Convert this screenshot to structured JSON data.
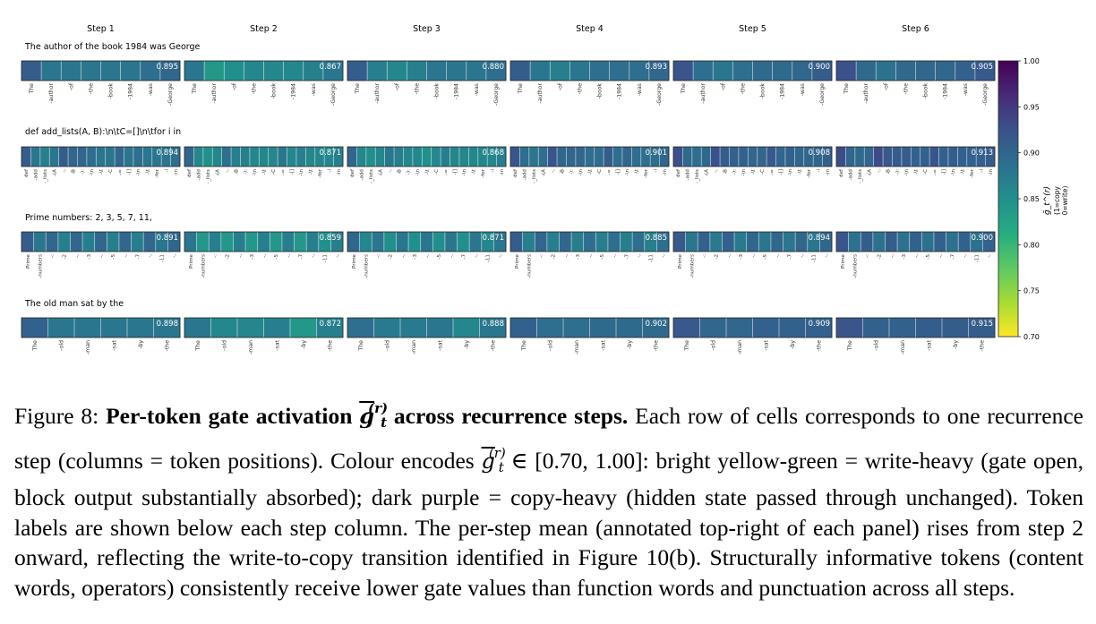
{
  "chart_data": {
    "type": "heatmap",
    "steps": [
      "Step 1",
      "Step 2",
      "Step 3",
      "Step 4",
      "Step 5",
      "Step 6"
    ],
    "colorbar": {
      "label": "ḡ_t^(r)",
      "sublabel_1": "(1=copy",
      "sublabel_2": "0=write)",
      "min": 0.7,
      "max": 1.0,
      "ticks": [
        "1.00",
        "0.95",
        "0.90",
        "0.85",
        "0.80",
        "0.75",
        "0.70"
      ],
      "colormap": "viridis_r"
    },
    "rows": [
      {
        "prompt": "The author of the book 1984 was George",
        "tokens": [
          "The",
          "-author",
          "-of",
          "-the",
          "-book",
          "-1984",
          "-was",
          "-George"
        ],
        "means": [
          "0.895",
          "0.867",
          "0.880",
          "0.893",
          "0.900",
          "0.905"
        ],
        "values": [
          [
            0.91,
            0.88,
            0.88,
            0.88,
            0.88,
            0.88,
            0.89,
            0.9
          ],
          [
            0.88,
            0.84,
            0.85,
            0.86,
            0.86,
            0.86,
            0.87,
            0.88
          ],
          [
            0.91,
            0.87,
            0.86,
            0.87,
            0.88,
            0.88,
            0.88,
            0.89
          ],
          [
            0.91,
            0.88,
            0.87,
            0.88,
            0.89,
            0.89,
            0.89,
            0.9
          ],
          [
            0.92,
            0.89,
            0.88,
            0.89,
            0.895,
            0.895,
            0.9,
            0.91
          ],
          [
            0.925,
            0.895,
            0.885,
            0.895,
            0.9,
            0.9,
            0.905,
            0.915
          ]
        ]
      },
      {
        "prompt": "def add_lists(A, B):\\n\\tC=[]\\n\\tfor i in",
        "tokens": [
          "def",
          "-add",
          "-_lists",
          "-(A",
          "-,",
          "-B",
          "-):",
          "-\\n",
          "-\\t",
          "-C",
          "-=",
          "-[]",
          "-\\n",
          "-\\t",
          "-for",
          "-i",
          "-in"
        ],
        "means": [
          "0.894",
          "0.871",
          "0.868",
          "0.901",
          "0.908",
          "0.913"
        ],
        "values": [
          [
            0.91,
            0.88,
            0.87,
            0.88,
            0.91,
            0.9,
            0.9,
            0.89,
            0.88,
            0.88,
            0.9,
            0.88,
            0.89,
            0.88,
            0.88,
            0.88,
            0.89
          ],
          [
            0.9,
            0.86,
            0.85,
            0.86,
            0.89,
            0.87,
            0.87,
            0.86,
            0.86,
            0.86,
            0.88,
            0.86,
            0.87,
            0.86,
            0.86,
            0.86,
            0.87
          ],
          [
            0.9,
            0.86,
            0.85,
            0.86,
            0.88,
            0.87,
            0.86,
            0.86,
            0.85,
            0.86,
            0.87,
            0.86,
            0.86,
            0.86,
            0.86,
            0.86,
            0.87
          ],
          [
            0.92,
            0.89,
            0.88,
            0.89,
            0.92,
            0.9,
            0.9,
            0.9,
            0.89,
            0.89,
            0.91,
            0.89,
            0.9,
            0.89,
            0.89,
            0.89,
            0.9
          ],
          [
            0.925,
            0.895,
            0.89,
            0.895,
            0.925,
            0.91,
            0.905,
            0.905,
            0.9,
            0.9,
            0.915,
            0.9,
            0.905,
            0.9,
            0.9,
            0.9,
            0.905
          ],
          [
            0.93,
            0.9,
            0.895,
            0.9,
            0.93,
            0.915,
            0.91,
            0.91,
            0.905,
            0.905,
            0.92,
            0.905,
            0.91,
            0.905,
            0.905,
            0.905,
            0.91
          ]
        ]
      },
      {
        "prompt": "Prime numbers: 2, 3, 5, 7, 11,",
        "tokens": [
          "Prime",
          "-numbers",
          "-:",
          "-2",
          "-,",
          "-3",
          "-,",
          "-5",
          "-,",
          "-7",
          "-,",
          "-11",
          "-,"
        ],
        "means": [
          "0.891",
          "0.859",
          "0.871",
          "0.885",
          "0.894",
          "0.900"
        ],
        "values": [
          [
            0.91,
            0.88,
            0.9,
            0.87,
            0.9,
            0.87,
            0.9,
            0.87,
            0.9,
            0.87,
            0.9,
            0.88,
            0.9
          ],
          [
            0.88,
            0.84,
            0.87,
            0.84,
            0.87,
            0.84,
            0.87,
            0.84,
            0.87,
            0.84,
            0.87,
            0.85,
            0.87
          ],
          [
            0.9,
            0.86,
            0.88,
            0.85,
            0.88,
            0.85,
            0.88,
            0.85,
            0.88,
            0.85,
            0.88,
            0.86,
            0.88
          ],
          [
            0.91,
            0.87,
            0.9,
            0.87,
            0.9,
            0.87,
            0.89,
            0.87,
            0.89,
            0.87,
            0.89,
            0.87,
            0.89
          ],
          [
            0.915,
            0.88,
            0.905,
            0.875,
            0.905,
            0.875,
            0.9,
            0.88,
            0.9,
            0.88,
            0.9,
            0.88,
            0.9
          ],
          [
            0.92,
            0.885,
            0.91,
            0.885,
            0.91,
            0.885,
            0.905,
            0.885,
            0.905,
            0.885,
            0.905,
            0.885,
            0.905
          ]
        ]
      },
      {
        "prompt": "The old man sat by the",
        "tokens": [
          "The",
          "-old",
          "-man",
          "-sat",
          "-by",
          "-the"
        ],
        "means": [
          "0.898",
          "0.872",
          "0.888",
          "0.902",
          "0.909",
          "0.915"
        ],
        "values": [
          [
            0.905,
            0.88,
            0.88,
            0.88,
            0.88,
            0.88
          ],
          [
            0.88,
            0.86,
            0.86,
            0.87,
            0.84,
            0.87
          ],
          [
            0.89,
            0.875,
            0.875,
            0.88,
            0.86,
            0.88
          ],
          [
            0.905,
            0.89,
            0.89,
            0.895,
            0.895,
            0.895
          ],
          [
            0.915,
            0.9,
            0.9,
            0.905,
            0.905,
            0.905
          ],
          [
            0.92,
            0.905,
            0.905,
            0.91,
            0.91,
            0.91
          ]
        ]
      }
    ]
  },
  "caption": {
    "lead": "Figure 8: ",
    "bold_1": "Per-token gate activation ",
    "bold_2": " across recurrence steps.",
    "sym_g": "g",
    "sym_r": "(r)",
    "sym_t": "t",
    "part_1": " Each row of cells corresponds to one recurrence step (columns = token positions). Colour encodes ",
    "part_2": " ∈ [0.70, 1.00]: bright yellow-green = write-heavy (gate open, block output substantially absorbed); dark purple = copy-heavy (hidden state passed through unchanged). Token labels are shown below each step column. The per-step mean (annotated top-right of each panel) rises from step 2 onward, reflecting the write-to-copy transition identified in Figure 10(b). Structurally informative tokens (content words, operators) consistently receive lower gate values than function words and punctuation across all steps."
  }
}
